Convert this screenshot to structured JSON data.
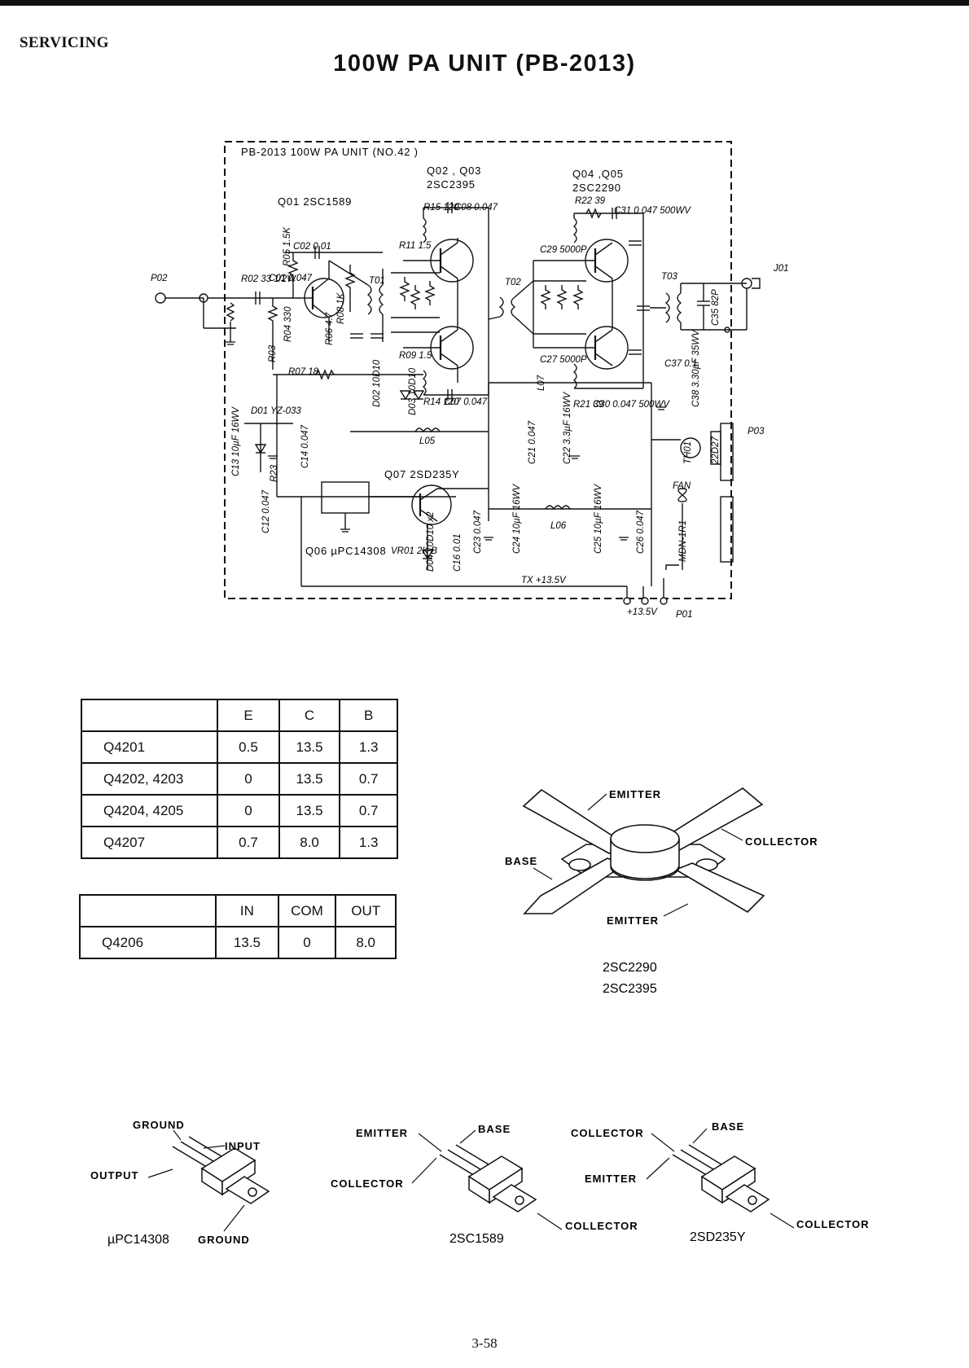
{
  "header": {
    "section": "SERVICING",
    "title": "100W PA UNIT (PB-2013)"
  },
  "schematic": {
    "unit_label": "PB-2013 100W PA UNIT (NO.42 )",
    "q01_label": "Q01 2SC1589",
    "q02_label": "Q02 , Q03",
    "q02_type": "2SC2395",
    "q04_label": "Q04 ,Q05",
    "q04_type": "2SC2290",
    "q07_label": "Q07 2SD235Y",
    "q06_label": "Q06 µPC14308",
    "connectors": {
      "p02": "P02",
      "j01": "J01",
      "p03": "P03",
      "p01": "P01",
      "fan": "FAN",
      "supply": "+13.5V",
      "tx": "TX +13.5V"
    },
    "components": {
      "r02": "R02 33 1/2W",
      "c01": "C01 0.047",
      "r05": "R05 1.5K",
      "c02": "C02 0.01",
      "r03": "R03",
      "r04": "R04 330",
      "r06": "R06 4.7",
      "r07": "R07 18",
      "r08": "R08 1K",
      "t01": "T01",
      "r11": "R11 1.5",
      "r09": "R09 1.5",
      "r15": "R15 120",
      "c08": "C08 0.047",
      "r14": "R14 120",
      "c07": "C07 0.047",
      "t02": "T02",
      "r22": "R22 39",
      "c31": "C31 0.047 500WV",
      "c29": "C29 5000P",
      "c27": "C27 5000P",
      "r21": "R21 39",
      "c30": "C30 0.047 500WV",
      "t03": "T03",
      "c35": "C35 82P",
      "c37": "C37 0.1",
      "c38": "C38 3.30µF 35WV",
      "d01": "D01 YZ-033",
      "c13": "C13 10µF 16WV",
      "c14": "C14 0.047",
      "c12": "C12 0.047",
      "r23": "R23",
      "d02": "D02 10D10",
      "d03": "D03 10D10",
      "l05": "L05",
      "l06": "L06",
      "l07": "L07",
      "c23": "C23 0.047",
      "c24": "C24 10µF 16WV",
      "c25": "C25 10µF 16WV",
      "c26": "C26 0.047",
      "c22": "C22 3.3µF 16WV",
      "c21": "C21 0.047",
      "vr01": "VR01 2K B",
      "d04": "D04 10D10 x2",
      "c16": "C16 0.01",
      "th01": "TH01",
      "th01_type": "22D27",
      "mdn": "MDN-1R1"
    }
  },
  "table1": {
    "headers": [
      "",
      "E",
      "C",
      "B"
    ],
    "rows": [
      [
        "Q4201",
        "0.5",
        "13.5",
        "1.3"
      ],
      [
        "Q4202, 4203",
        "0",
        "13.5",
        "0.7"
      ],
      [
        "Q4204, 4205",
        "0",
        "13.5",
        "0.7"
      ],
      [
        "Q4207",
        "0.7",
        "8.0",
        "1.3"
      ]
    ]
  },
  "table2": {
    "headers": [
      "",
      "IN",
      "COM",
      "OUT"
    ],
    "rows": [
      [
        "Q4206",
        "13.5",
        "0",
        "8.0"
      ]
    ]
  },
  "stud_transistor": {
    "emitter_top": "EMITTER",
    "collector": "COLLECTOR",
    "base": "BASE",
    "emitter_bottom": "EMITTER",
    "part1": "2SC2290",
    "part2": "2SC2395"
  },
  "to220_packages": [
    {
      "part": "µPC14308",
      "labels": {
        "top": "GROUND",
        "right": "INPUT",
        "left": "OUTPUT",
        "tab": "GROUND"
      }
    },
    {
      "part": "2SC1589",
      "labels": {
        "top_left": "EMITTER",
        "top_right": "BASE",
        "left": "COLLECTOR",
        "tab": "COLLECTOR"
      }
    },
    {
      "part": "2SD235Y",
      "labels": {
        "top_left": "COLLECTOR",
        "top_right": "BASE",
        "left": "EMITTER",
        "tab": "COLLECTOR"
      }
    }
  ],
  "footer": {
    "page_number": "3-58"
  }
}
